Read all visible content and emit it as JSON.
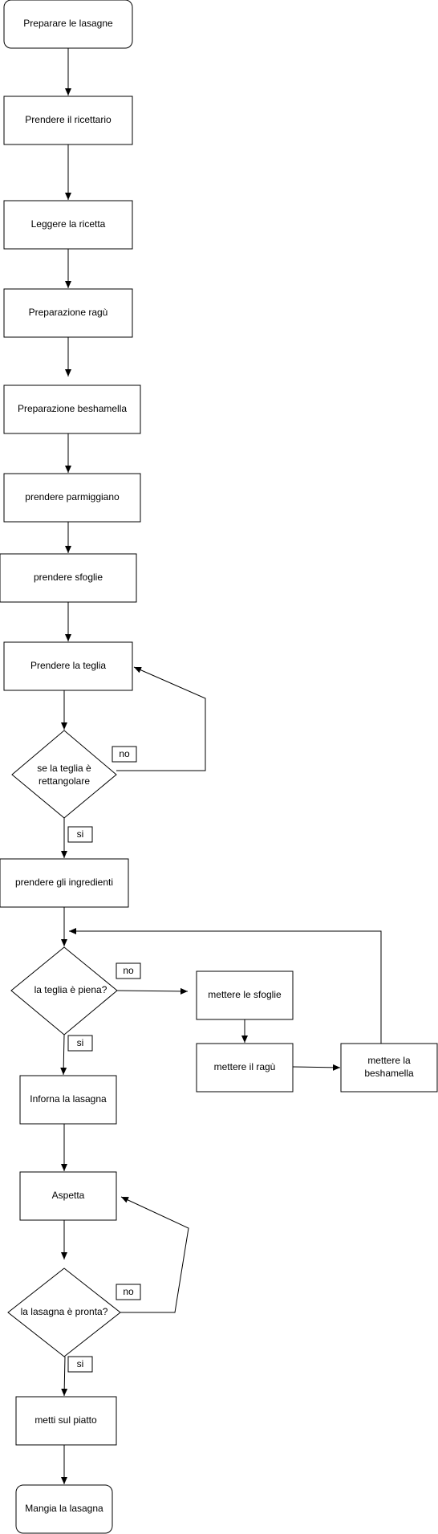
{
  "nodes": {
    "start": "Preparare le lasagne",
    "cookbook": "Prendere il ricettario",
    "read": "Leggere la ricetta",
    "ragu": "Preparazione ragù",
    "bechamel": "Preparazione beshamella",
    "parmesan": "prendere parmiggiano",
    "sheets": "prendere sfoglie",
    "pan": "Prendere la teglia",
    "decision_rect_line1": "se la teglia è",
    "decision_rect_line2": "rettangolare",
    "ingredients": "prendere gli ingredienti",
    "decision_full": "la teglia è piena?",
    "put_sheets": "mettere le sfoglie",
    "put_ragu": "mettere il ragù",
    "put_bechamel_line1": "mettere la",
    "put_bechamel_line2": "beshamella",
    "bake": "Inforna la lasagna",
    "wait": "Aspetta",
    "decision_ready": "la lasagna è pronta?",
    "plate": "metti sul piatto",
    "end": "Mangia la lasagna"
  },
  "labels": {
    "no_1": "no",
    "si_1": "si",
    "no_2": "no",
    "si_2": "si",
    "no_3": "no",
    "si_3": "si"
  },
  "colors": {
    "stroke": "#000000",
    "fill": "#ffffff"
  }
}
